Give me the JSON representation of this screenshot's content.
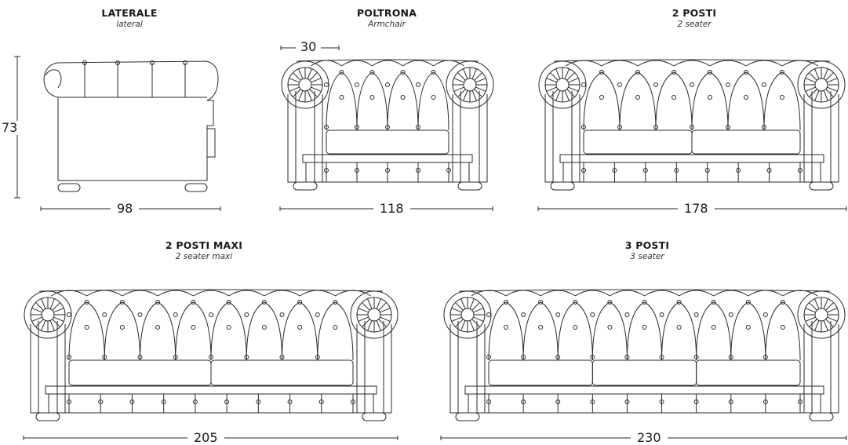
{
  "views": [
    {
      "id": "laterale",
      "title": "LATERALE",
      "subtitle": "lateral",
      "width": "98"
    },
    {
      "id": "poltrona",
      "title": "POLTRONA",
      "subtitle": "Armchair",
      "width": "118"
    },
    {
      "id": "due-posti",
      "title": "2 POSTI",
      "subtitle": "2 seater",
      "width": "178"
    },
    {
      "id": "due-posti-maxi",
      "title": "2 POSTI MAXI",
      "subtitle": "2 seater maxi",
      "width": "205"
    },
    {
      "id": "tre-posti",
      "title": "3 POSTI",
      "subtitle": "3 seater",
      "width": "230"
    }
  ],
  "dimensions": {
    "height": "73",
    "arm_width": "30"
  },
  "colors": {
    "line": "#2a2a2a",
    "background": "#ffffff"
  }
}
